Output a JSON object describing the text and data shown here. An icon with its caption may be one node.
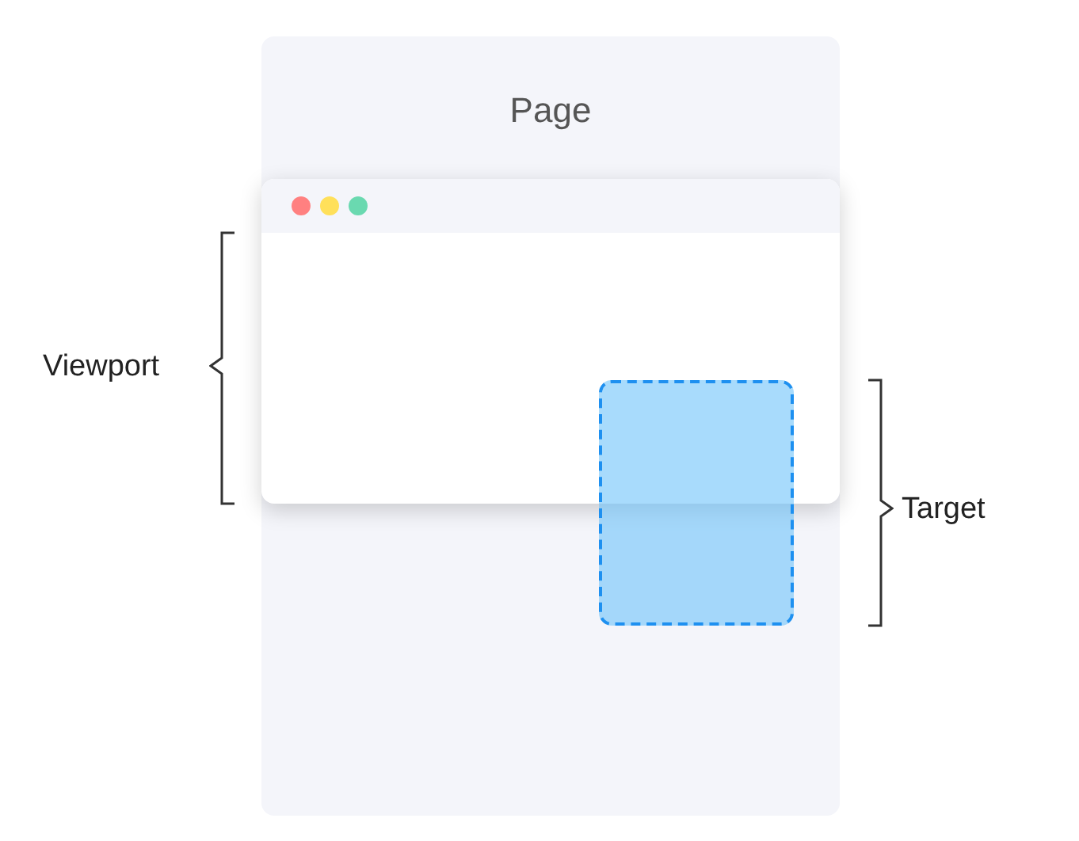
{
  "diagram": {
    "nodes": [
      {
        "text": [
          "Page"
        ]
      },
      {
        "text": [],
        "shape": "box",
        "in": 0
      },
      {
        "text": [],
        "shape": "box",
        "in": 0
      }
    ],
    "labels": [
      "Viewport",
      "Target"
    ]
  }
}
